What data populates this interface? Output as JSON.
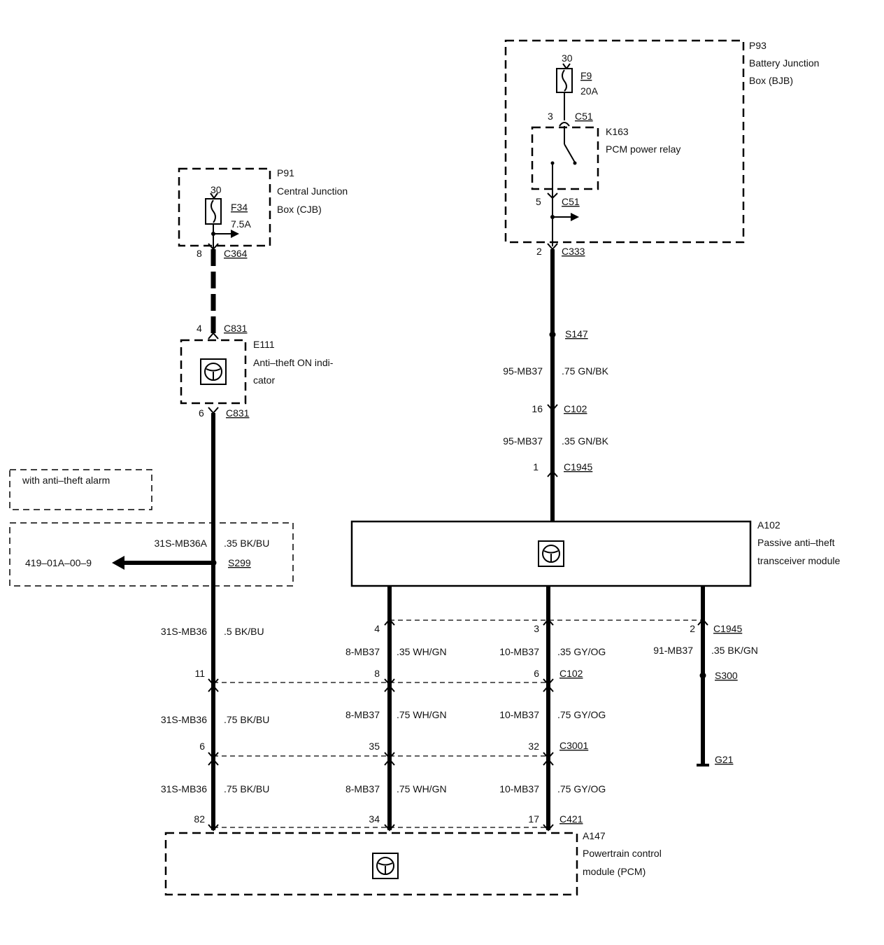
{
  "components": {
    "p91": {
      "id": "P91",
      "line1": "Central Junction",
      "line2": "Box (CJB)"
    },
    "p93": {
      "id": "P93",
      "line1": "Battery Junction",
      "line2": "Box (BJB)"
    },
    "k163": {
      "id": "K163",
      "line1": "PCM power relay"
    },
    "e111": {
      "id": "E111",
      "line1": "Anti–theft ON indi-",
      "line2": "cator"
    },
    "a102": {
      "id": "A102",
      "line1": "Passive anti–theft",
      "line2": "transceiver module"
    },
    "a147": {
      "id": "A147",
      "line1": "Powertrain control",
      "line2": "module (PCM)"
    }
  },
  "fuses": {
    "f34": {
      "name": "F34",
      "rating": "7.5A",
      "terminal": "30"
    },
    "f9": {
      "name": "F9",
      "rating": "20A",
      "terminal": "30"
    }
  },
  "connectors": {
    "c364": {
      "name": "C364",
      "pin": "8"
    },
    "c831a": {
      "name": "C831",
      "pin": "4"
    },
    "c831b": {
      "name": "C831",
      "pin": "6"
    },
    "c51a": {
      "name": "C51",
      "pin": "3"
    },
    "c51b": {
      "name": "C51",
      "pin": "5"
    },
    "c333": {
      "name": "C333",
      "pin": "2"
    },
    "c102a": {
      "name": "C102",
      "pin": "16"
    },
    "c1945a": {
      "name": "C1945",
      "pin": "1"
    },
    "c1945b": {
      "name": "C1945",
      "pin4": "4",
      "pin3": "3",
      "pin2": "2"
    },
    "c102b": {
      "name": "C102",
      "pin11": "11",
      "pin8": "8",
      "pin6": "6"
    },
    "c3001": {
      "name": "C3001",
      "pin6": "6",
      "pin35": "35",
      "pin32": "32"
    },
    "c421": {
      "name": "C421",
      "pin82": "82",
      "pin34": "34",
      "pin17": "17"
    }
  },
  "splices": {
    "s147": "S147",
    "s299": "S299",
    "s300": "S300",
    "g21": "G21"
  },
  "wires": {
    "w95_1": {
      "circuit": "95-MB37",
      "spec": ".75 GN/BK"
    },
    "w95_2": {
      "circuit": "95-MB37",
      "spec": ".35 GN/BK"
    },
    "w31a": {
      "circuit": "31S-MB36A",
      "spec": ".35 BK/BU"
    },
    "w31_1": {
      "circuit": "31S-MB36",
      "spec": ".5 BK/BU"
    },
    "w31_2": {
      "circuit": "31S-MB36",
      "spec": ".75 BK/BU"
    },
    "w31_3": {
      "circuit": "31S-MB36",
      "spec": ".75 BK/BU"
    },
    "w8_1": {
      "circuit": "8-MB37",
      "spec": ".35 WH/GN"
    },
    "w8_2": {
      "circuit": "8-MB37",
      "spec": ".75 WH/GN"
    },
    "w8_3": {
      "circuit": "8-MB37",
      "spec": ".75 WH/GN"
    },
    "w10_1": {
      "circuit": "10-MB37",
      "spec": ".35 GY/OG"
    },
    "w10_2": {
      "circuit": "10-MB37",
      "spec": ".75 GY/OG"
    },
    "w10_3": {
      "circuit": "10-MB37",
      "spec": ".75 GY/OG"
    },
    "w91": {
      "circuit": "91-MB37",
      "spec": ".35 BK/GN"
    }
  },
  "option_box": {
    "label": "with anti–theft alarm"
  },
  "reference": {
    "label": "419–01A–00–9"
  },
  "colors": {
    "ink": "#000000",
    "paper": "#ffffff"
  }
}
